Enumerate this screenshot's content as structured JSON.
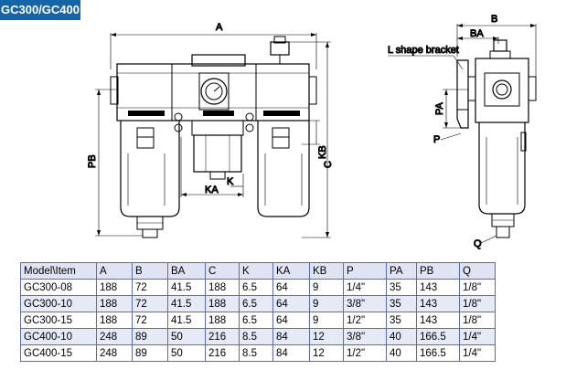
{
  "header": {
    "title": "GC300/GC400"
  },
  "drawing": {
    "dimension_labels": {
      "A": "A",
      "B": "B",
      "BA": "BA",
      "C": "C",
      "KA": "KA",
      "K": "K",
      "KB": "KB",
      "PB": "PB",
      "PA": "PA",
      "P": "P",
      "Q": "Q"
    },
    "callout": "L shape bracket"
  },
  "table": {
    "columns": [
      "Model\\Item",
      "A",
      "B",
      "BA",
      "C",
      "K",
      "KA",
      "KB",
      "P",
      "PA",
      "PB",
      "Q"
    ],
    "rows": [
      [
        "GC300-08",
        "188",
        "72",
        "41.5",
        "188",
        "6.5",
        "64",
        "9",
        "1/4\"",
        "35",
        "143",
        "1/8\""
      ],
      [
        "GC300-10",
        "188",
        "72",
        "41.5",
        "188",
        "6.5",
        "64",
        "9",
        "3/8\"",
        "35",
        "143",
        "1/8\""
      ],
      [
        "GC300-15",
        "188",
        "72",
        "41.5",
        "188",
        "6.5",
        "64",
        "9",
        "1/2\"",
        "35",
        "143",
        "1/8\""
      ],
      [
        "GC400-10",
        "248",
        "89",
        "50",
        "216",
        "8.5",
        "84",
        "12",
        "3/8\"",
        "40",
        "166.5",
        "1/4\""
      ],
      [
        "GC400-15",
        "248",
        "89",
        "50",
        "216",
        "8.5",
        "84",
        "12",
        "1/2\"",
        "40",
        "166.5",
        "1/4\""
      ]
    ]
  }
}
